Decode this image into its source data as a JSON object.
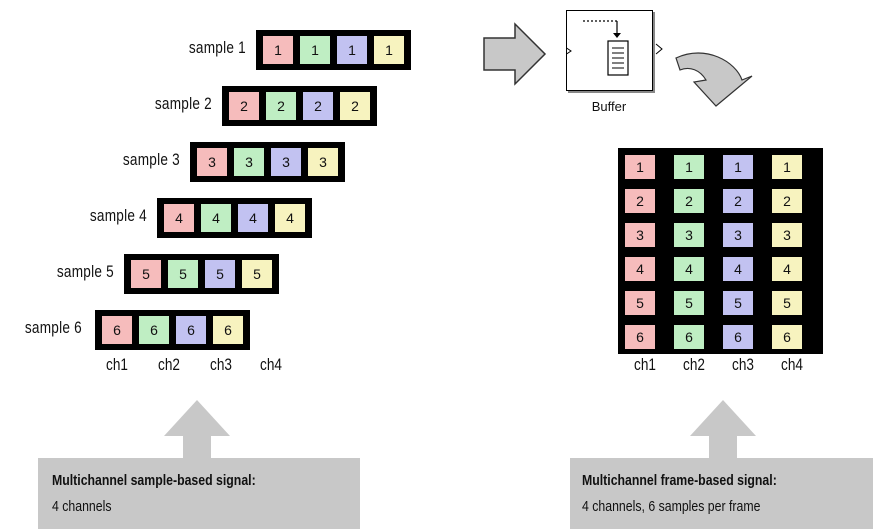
{
  "samples": [
    {
      "label": "sample 1",
      "value": "1"
    },
    {
      "label": "sample 2",
      "value": "2"
    },
    {
      "label": "sample 3",
      "value": "3"
    },
    {
      "label": "sample 4",
      "value": "4"
    },
    {
      "label": "sample 5",
      "value": "5"
    },
    {
      "label": "sample 6",
      "value": "6"
    }
  ],
  "channels": [
    "ch1",
    "ch2",
    "ch3",
    "ch4"
  ],
  "block": {
    "label": "Buffer"
  },
  "frame_rows": [
    "1",
    "2",
    "3",
    "4",
    "5",
    "6"
  ],
  "left_caption": {
    "title": "Multichannel sample-based signal:",
    "subtitle": "4 channels"
  },
  "right_caption": {
    "title": "Multichannel frame-based signal:",
    "subtitle": "4 channels, 6 samples per frame"
  },
  "colors": {
    "ch1": "#f6bcbc",
    "ch2": "#bfeec3",
    "ch3": "#c2c2f1",
    "ch4": "#f7f3bf",
    "arrow": "#c8c8c8"
  }
}
